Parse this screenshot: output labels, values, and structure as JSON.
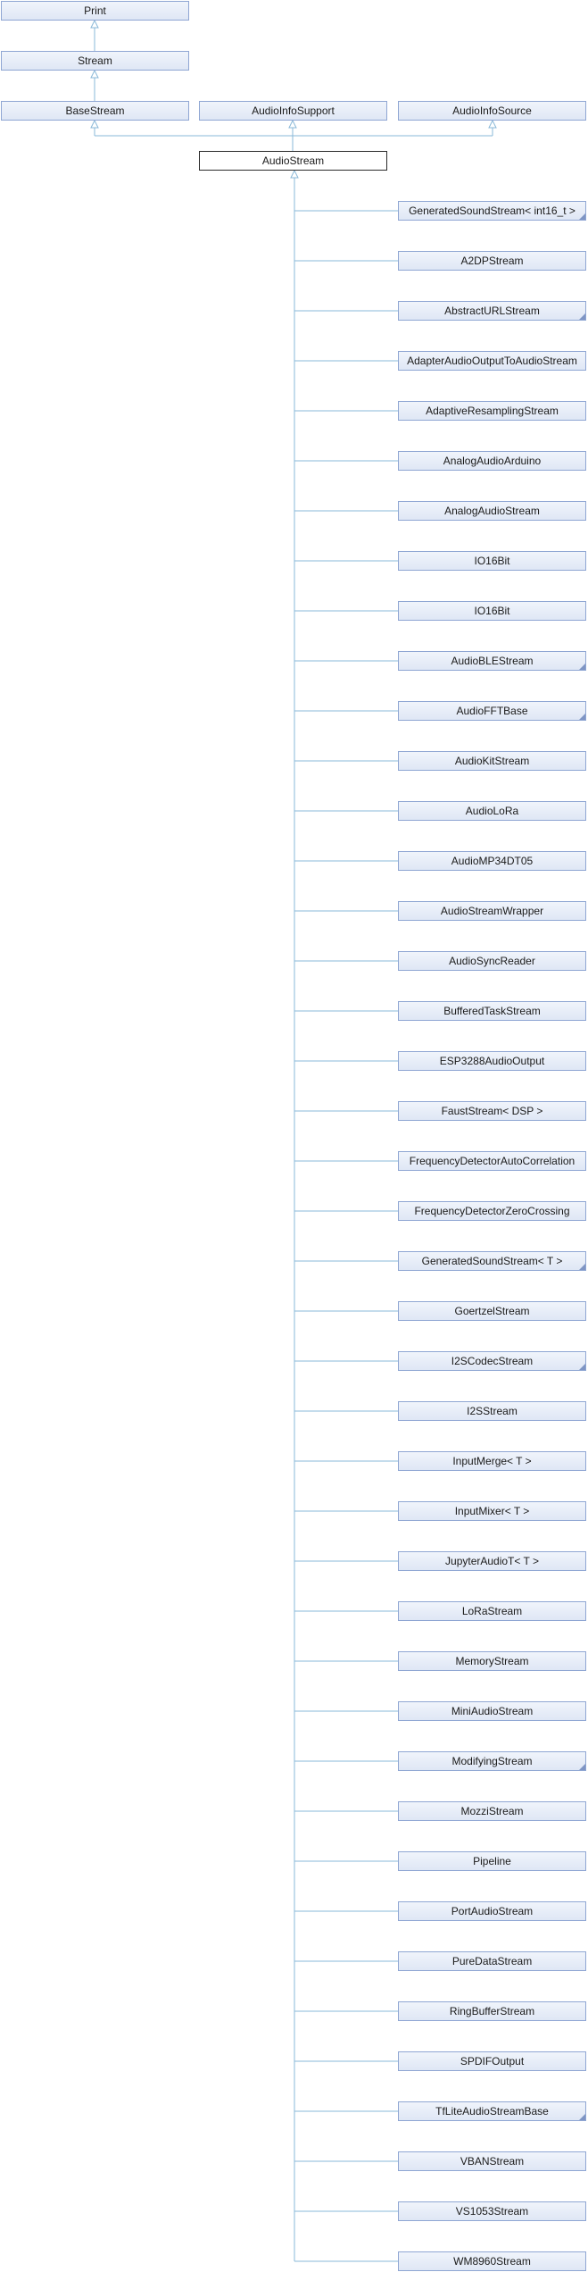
{
  "diagram": {
    "line_color": "#8ab8d8",
    "top": [
      {
        "id": "print",
        "label": "Print"
      },
      {
        "id": "stream",
        "label": "Stream"
      }
    ],
    "bases": [
      {
        "id": "base-stream",
        "label": "BaseStream"
      },
      {
        "id": "audio-info-support",
        "label": "AudioInfoSupport"
      },
      {
        "id": "audio-info-source",
        "label": "AudioInfoSource"
      }
    ],
    "current": {
      "id": "audio-stream",
      "label": "AudioStream"
    },
    "derived": [
      {
        "label": "GeneratedSoundStream< int16_t >",
        "folded": true
      },
      {
        "label": "A2DPStream",
        "folded": false
      },
      {
        "label": "AbstractURLStream",
        "folded": true
      },
      {
        "label": "AdapterAudioOutputToAudioStream",
        "folded": false
      },
      {
        "label": "AdaptiveResamplingStream",
        "folded": false
      },
      {
        "label": "AnalogAudioArduino",
        "folded": false
      },
      {
        "label": "AnalogAudioStream",
        "folded": false
      },
      {
        "label": "IO16Bit",
        "folded": false
      },
      {
        "label": "IO16Bit",
        "folded": false
      },
      {
        "label": "AudioBLEStream",
        "folded": true
      },
      {
        "label": "AudioFFTBase",
        "folded": true
      },
      {
        "label": "AudioKitStream",
        "folded": false
      },
      {
        "label": "AudioLoRa",
        "folded": false
      },
      {
        "label": "AudioMP34DT05",
        "folded": false
      },
      {
        "label": "AudioStreamWrapper",
        "folded": false
      },
      {
        "label": "AudioSyncReader",
        "folded": false
      },
      {
        "label": "BufferedTaskStream",
        "folded": false
      },
      {
        "label": "ESP3288AudioOutput",
        "folded": false
      },
      {
        "label": "FaustStream< DSP >",
        "folded": false
      },
      {
        "label": "FrequencyDetectorAutoCorrelation",
        "folded": false
      },
      {
        "label": "FrequencyDetectorZeroCrossing",
        "folded": false
      },
      {
        "label": "GeneratedSoundStream< T >",
        "folded": true
      },
      {
        "label": "GoertzelStream",
        "folded": false
      },
      {
        "label": "I2SCodecStream",
        "folded": true
      },
      {
        "label": "I2SStream",
        "folded": false
      },
      {
        "label": "InputMerge< T >",
        "folded": false
      },
      {
        "label": "InputMixer< T >",
        "folded": false
      },
      {
        "label": "JupyterAudioT< T >",
        "folded": false
      },
      {
        "label": "LoRaStream",
        "folded": false
      },
      {
        "label": "MemoryStream",
        "folded": false
      },
      {
        "label": "MiniAudioStream",
        "folded": false
      },
      {
        "label": "ModifyingStream",
        "folded": true
      },
      {
        "label": "MozziStream",
        "folded": false
      },
      {
        "label": "Pipeline",
        "folded": false
      },
      {
        "label": "PortAudioStream",
        "folded": false
      },
      {
        "label": "PureDataStream",
        "folded": false
      },
      {
        "label": "RingBufferStream",
        "folded": false
      },
      {
        "label": "SPDIFOutput",
        "folded": false
      },
      {
        "label": "TfLiteAudioStreamBase",
        "folded": true
      },
      {
        "label": "VBANStream",
        "folded": false
      },
      {
        "label": "VS1053Stream",
        "folded": false
      },
      {
        "label": "WM8960Stream",
        "folded": false
      }
    ]
  }
}
